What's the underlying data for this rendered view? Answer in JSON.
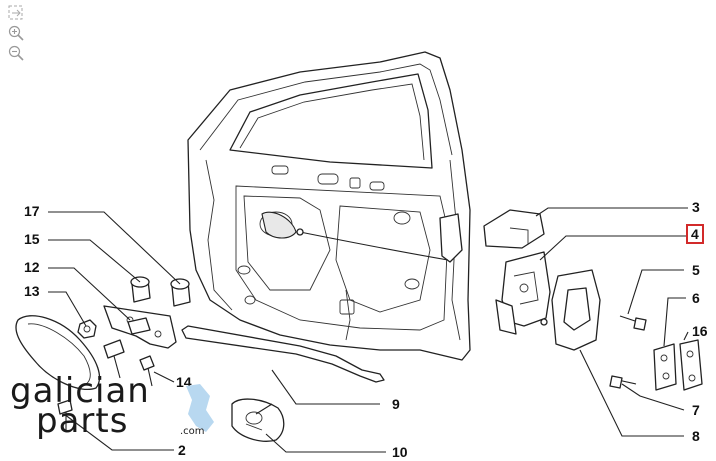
{
  "toolbar": {
    "fit_icon": "fit-to-page-icon",
    "zoom_in_icon": "zoom-in-icon",
    "zoom_out_icon": "zoom-out-icon"
  },
  "callouts": {
    "c17": "17",
    "c15": "15",
    "c12": "12",
    "c13": "13",
    "c14": "14",
    "c2": "2",
    "c3": "3",
    "c4": "4",
    "c5": "5",
    "c6": "6",
    "c16": "16",
    "c7": "7",
    "c8": "8",
    "c9": "9",
    "c10": "10"
  },
  "highlight_color": "#d22a2a",
  "watermark": {
    "line1": "galician",
    "line2": "parts",
    "suffix": ".com",
    "accent_color": "#b8d8f0"
  }
}
